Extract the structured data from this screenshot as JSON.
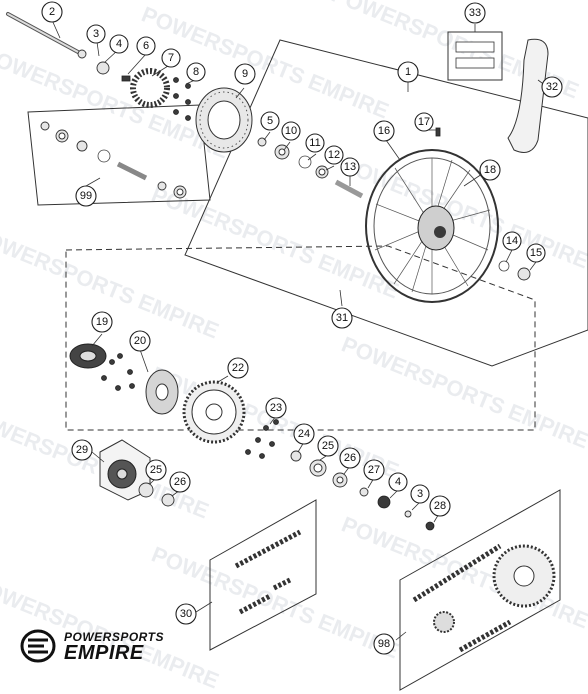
{
  "watermark": {
    "text": "POWERSPORTS EMPIRE"
  },
  "brand": {
    "line1": "POWERSPORTS",
    "line2": "EMPIRE"
  },
  "callouts": [
    {
      "id": "c1",
      "label": "1"
    },
    {
      "id": "c2",
      "label": "2"
    },
    {
      "id": "c3a",
      "label": "3"
    },
    {
      "id": "c4a",
      "label": "4"
    },
    {
      "id": "c5",
      "label": "5"
    },
    {
      "id": "c6",
      "label": "6"
    },
    {
      "id": "c7",
      "label": "7"
    },
    {
      "id": "c8",
      "label": "8"
    },
    {
      "id": "c9",
      "label": "9"
    },
    {
      "id": "c10",
      "label": "10"
    },
    {
      "id": "c11",
      "label": "11"
    },
    {
      "id": "c12",
      "label": "12"
    },
    {
      "id": "c13",
      "label": "13"
    },
    {
      "id": "c14",
      "label": "14"
    },
    {
      "id": "c15",
      "label": "15"
    },
    {
      "id": "c16",
      "label": "16"
    },
    {
      "id": "c17",
      "label": "17"
    },
    {
      "id": "c18",
      "label": "18"
    },
    {
      "id": "c19",
      "label": "19"
    },
    {
      "id": "c20",
      "label": "20"
    },
    {
      "id": "c22",
      "label": "22"
    },
    {
      "id": "c23",
      "label": "23"
    },
    {
      "id": "c24",
      "label": "24"
    },
    {
      "id": "c25a",
      "label": "25"
    },
    {
      "id": "c26a",
      "label": "26"
    },
    {
      "id": "c27",
      "label": "27"
    },
    {
      "id": "c4b",
      "label": "4"
    },
    {
      "id": "c3b",
      "label": "3"
    },
    {
      "id": "c28",
      "label": "28"
    },
    {
      "id": "c29",
      "label": "29"
    },
    {
      "id": "c25b",
      "label": "25"
    },
    {
      "id": "c26b",
      "label": "26"
    },
    {
      "id": "c30",
      "label": "30"
    },
    {
      "id": "c31",
      "label": "31"
    },
    {
      "id": "c32",
      "label": "32"
    },
    {
      "id": "c33",
      "label": "33"
    },
    {
      "id": "c98",
      "label": "98"
    },
    {
      "id": "c99",
      "label": "99"
    }
  ]
}
